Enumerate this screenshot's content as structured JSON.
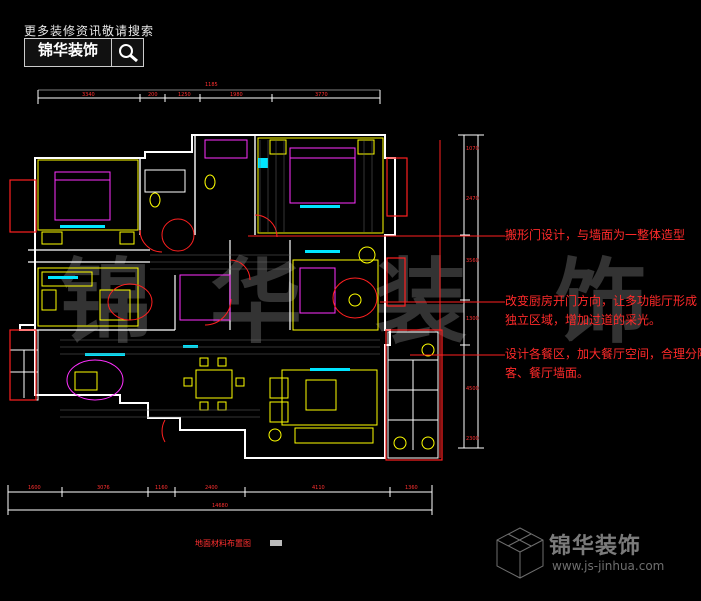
{
  "header": {
    "tagline": "更多装修资讯敬请搜索",
    "brand": "锦华装饰",
    "search_icon": "magnifier-icon"
  },
  "notes": [
    "搬形门设计，与墙面为一整体造型",
    "改变厨房开门方向，让多功能厅形成",
    "独立区域，增加过道的采光。",
    "设计各餐区，加大餐厅空间，合理分隔",
    "客、餐厅墙面。"
  ],
  "plan_label": "地面材料布置图",
  "watermark": {
    "big": [
      "锦",
      "华",
      "装",
      "饰"
    ],
    "logo_text": "锦华装饰",
    "url": "www.js-jinhua.com"
  },
  "colors": {
    "wall": "#ffffff",
    "accent_red": "#ff2020",
    "yellow": "#ffff00",
    "cyan": "#00e5ff",
    "magenta": "#ff30ff",
    "green": "#00ff00"
  }
}
